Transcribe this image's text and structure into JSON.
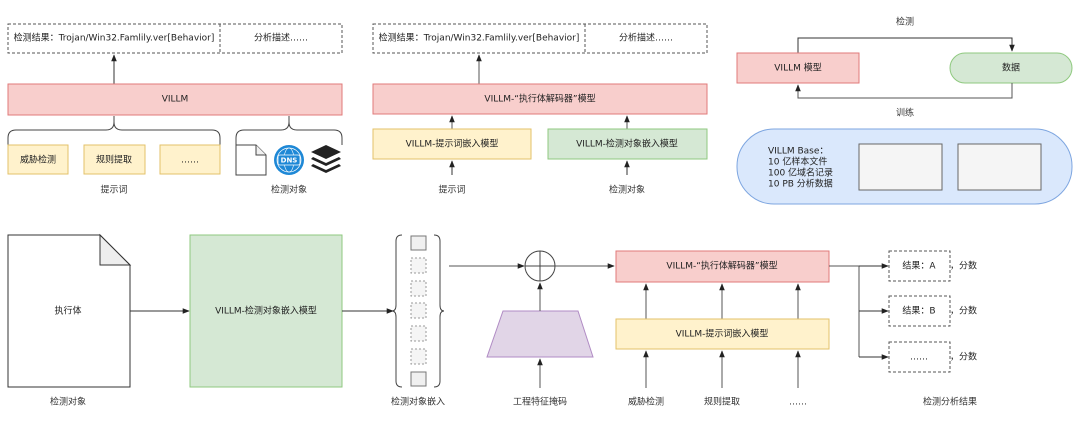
{
  "panel_a": {
    "result_label": "检测结果：Trojan/Win32.Famlily.ver[Behavior]",
    "analysis_label": "分析描述……",
    "model_label": "VILLM",
    "prompts": [
      "威胁检测",
      "规则提取",
      "……"
    ],
    "prompt_group_label": "提示词",
    "object_group_label": "检测对象",
    "object_icons": [
      "file-icon",
      "dns-icon",
      "layers-icon"
    ],
    "dns_text": "DNS"
  },
  "panel_b": {
    "result_label": "检测结果：Trojan/Win32.Famlily.ver[Behavior]",
    "analysis_label": "分析描述……",
    "decoder_label": "VILLM-“执行体解码器”模型",
    "prompt_embed_label": "VILLM-提示词嵌入模型",
    "object_embed_label": "VILLM-检测对象嵌入模型",
    "prompt_input_label": "提示词",
    "object_input_label": "检测对象"
  },
  "panel_c": {
    "detect_label": "检测",
    "train_label": "训练",
    "model_label": "VILLM 模型",
    "data_label": "数据",
    "base_lines": [
      "VILLM Base：",
      "10 亿样本文件",
      "100 亿域名记录",
      "10 PB 分析数据"
    ]
  },
  "panel_d": {
    "document_label": "执行体",
    "document_caption": "检测对象",
    "embed_model_label": "VILLM-检测对象嵌入模型",
    "embedding_caption": "检测对象嵌入",
    "mask_caption": "工程特征掩码",
    "decoder_label": "VILLM-“执行体解码器”模型",
    "prompt_embed_label": "VILLM-提示词嵌入模型",
    "prompt_inputs": [
      "威胁检测",
      "规则提取",
      "……"
    ],
    "results": [
      {
        "label": "结果：A",
        "score": "，分数"
      },
      {
        "label": "结果：B",
        "score": "，分数"
      },
      {
        "label": "……",
        "score": "，分数"
      }
    ],
    "results_caption": "检测分析结果"
  },
  "colors": {
    "red_fill": "#f8cecc",
    "yellow_fill": "#fff2cc",
    "green_fill": "#d5e8d4",
    "purple_fill": "#e1d5e7",
    "blue_fill": "#dae8fc",
    "dns_blue": "#1e88d6"
  }
}
